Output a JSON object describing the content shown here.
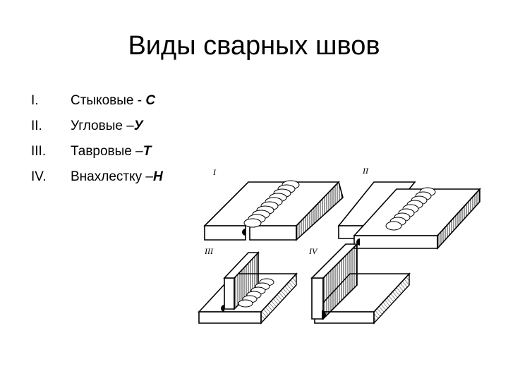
{
  "title": "Виды сварных швов",
  "items": [
    {
      "num": "I.",
      "text": "Стыковые - ",
      "code": "С"
    },
    {
      "num": "II.",
      "text": "Угловые –",
      "code": "У"
    },
    {
      "num": "III.",
      "text": "Тавровые –",
      "code": "Т"
    },
    {
      "num": "IV.",
      "text": "Внахлестку –",
      "code": "Н"
    }
  ],
  "figure": {
    "labels": [
      "I",
      "II",
      "III",
      "IV"
    ]
  }
}
